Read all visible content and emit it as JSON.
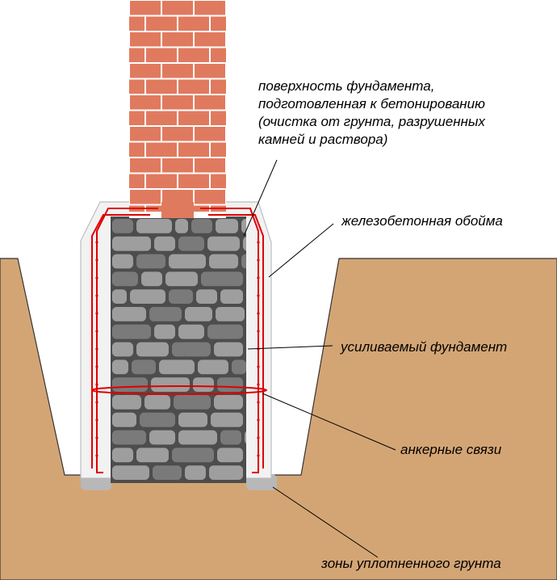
{
  "colors": {
    "soil": "#d4a574",
    "soil_outline": "#333333",
    "brick": "#e07a5f",
    "brick_mortar": "#ffffff",
    "stone": "#9e9e9e",
    "stone_dark": "#7a7a7a",
    "stone_outline": "#4d4d4d",
    "jacket": "#f2f2f2",
    "jacket_outline": "#bdbdbd",
    "rebar": "#e00000",
    "compacted_zone": "#b8b8b8",
    "leader": "#000000"
  },
  "labels": {
    "surface": [
      "поверхность фундамента,",
      "подготовленная к бетонированию",
      "(очистка от грунта, разрушенных",
      "камней и раствора)"
    ],
    "jacket": "железобетонная обойма",
    "foundation": "усиливаемый фундамент",
    "anchors": "анкерные связи",
    "soil_zones": "зоны уплотненного грунта"
  }
}
